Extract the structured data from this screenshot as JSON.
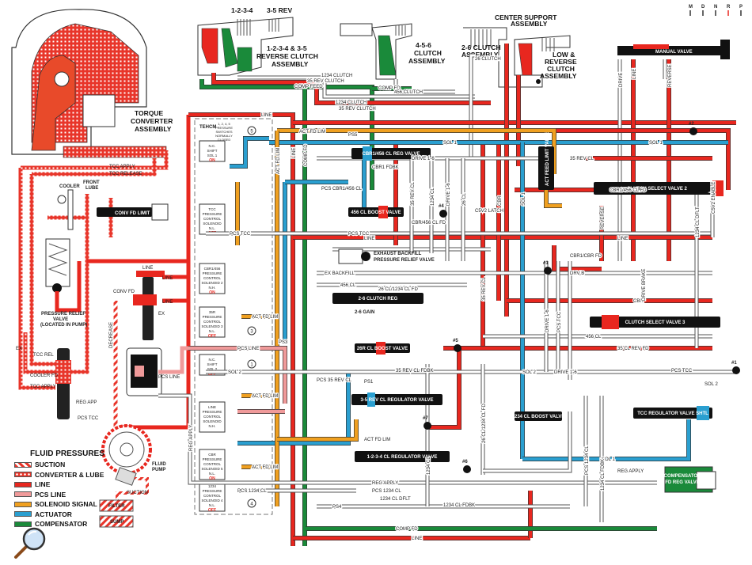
{
  "diagram": {
    "title": "Hydraulic circuit diagram",
    "colors": {
      "suction": "#e8352a",
      "converter_lube": "#e8352a",
      "line": "#e8271f",
      "pcs_line": "#f09a9a",
      "solenoid_signal": "#f0a020",
      "actuator": "#2a9fd0",
      "compensator": "#1a8a3a",
      "exhaust": "#ffffff",
      "valve": "#111111"
    },
    "assemblies": {
      "torque_converter": [
        "TORQUE",
        "CONVERTER",
        "ASSEMBLY"
      ],
      "clutch_1234_35rev_top": [
        "1-2-3-4",
        "3-5 REV"
      ],
      "clutch_1234_35rev": [
        "1-2-3-4 & 3-5",
        "REVERSE CLUTCH",
        "ASSEMBLY"
      ],
      "clutch_456": [
        "4-5-6",
        "CLUTCH",
        "ASSEMBLY"
      ],
      "center_support": [
        "CENTER SUPPORT",
        "ASSEMBLY"
      ],
      "clutch_26": [
        "2-6 CLUTCH",
        "ASSEMBLY"
      ],
      "low_reverse": [
        "LOW &",
        "REVERSE",
        "CLUTCH",
        "ASSEMBLY"
      ]
    },
    "shift_positions": [
      "M",
      "D",
      "N",
      "R",
      "P"
    ],
    "selected_position": "R",
    "valves": {
      "manual": "MANUAL VALVE",
      "cbr1_456": "CBR1/456 CL REG VALVE",
      "boost_456": "456 CL BOOST VALVE",
      "act_feed_limit": "ACT FEED LIMIT VALVE",
      "clutch_select_2": "CLUTCH SELECT VALVE 2",
      "clutch_select_3": "CLUTCH SELECT VALVE 3",
      "exhaust_backfill": [
        "EXHAUST BACKFILL",
        "PRESSURE RELIEF VALVE"
      ],
      "clutch_26_reg": "2-6 CLUTCH REG",
      "gain_26": "2-6 GAIN",
      "boost_26r": "26R CL BOOST VALVE",
      "reg_35rev": "3-5 REV CL REGULATOR VALVE",
      "reg_1234": "1-2-3-4 CL REGULATOR VALVE",
      "shtl_1234": "SHTL",
      "boost_1234": "1234 CL BOOST VALVE",
      "tcc_reg": "TCC REGULATOR VALVE SHTL",
      "compensator": [
        "COMPENSATOR",
        "FD REG VALVE"
      ],
      "conv_fd_limit": "CONV FD LIMIT",
      "pressure_relief": [
        "PRESSURE RELIEF",
        "VALVE",
        "(LOCATED IN PUMP)"
      ],
      "fluid_pump": [
        "FLUID",
        "PUMP"
      ],
      "filter": "FILTER",
      "sump": "SUMP",
      "suction": "SUCTION",
      "cooler": "COOLER",
      "front_lube": [
        "FRONT",
        "LUBE"
      ]
    },
    "checkballs": [
      "#1",
      "#2",
      "#4",
      "#5",
      "#6",
      "#7",
      "#1"
    ],
    "tehcm": {
      "label": "TEHCM",
      "switch_note": [
        "1, 2, 4, 5",
        "PRESSURE",
        "SWITCHES",
        "NORMALLY",
        "CLOSED"
      ],
      "solenoids": [
        {
          "name": [
            "N.C.",
            "SHIFT",
            "SOL 1"
          ],
          "state": "ON"
        },
        {
          "name": [
            "TCC",
            "PRESSURE",
            "CONTROL",
            "SOLENOID",
            "N.L."
          ],
          "state": "OFF"
        },
        {
          "name": [
            "CBR1/456",
            "PRESSURE",
            "CONTROL",
            "SOLENOID 2",
            "N.H."
          ],
          "state": "ON"
        },
        {
          "name": [
            "35R",
            "PRESSURE",
            "CONTROL",
            "SOLENOID 3",
            "N.L."
          ],
          "state": "OFF"
        },
        {
          "name": [
            "N.C.",
            "SHIFT",
            "SOL 2"
          ],
          "state": "OFF"
        },
        {
          "name": [
            "LINE",
            "PRESSURE",
            "CONTROL",
            "SOLENOID",
            "N.H."
          ],
          "state": ""
        },
        {
          "name": [
            "CBR",
            "PRESSURE",
            "CONTROL",
            "SOLENOID 5",
            "N.L."
          ],
          "state": "ON"
        },
        {
          "name": [
            "1234",
            "PRESSURE",
            "CONTROL",
            "SOLENOID 4",
            "N.L."
          ],
          "state": "OFF"
        }
      ],
      "switches": [
        "5",
        "3",
        "1",
        "4"
      ],
      "nc": "N.C."
    },
    "passages": {
      "tcc_apply": "TCC APPLY",
      "tcc_release": "TCC RELEASE",
      "tcc_rel": "TCC REL",
      "cooler_fd": "COOLER FD",
      "conv_fd_limit": "CONV FD LIMIT",
      "conv_fd": "CONV FD",
      "line": "LINE",
      "pcs_line": "PCS LINE",
      "pcs_tcc": "PCS TCC",
      "reg_app": "REG APP",
      "reg_apply": "REG APPLY",
      "decrease": "DECREASE",
      "sol1": "SOL 1",
      "sol2": "SOL 2",
      "ps5": "PS5",
      "ps3": "PS3",
      "ps1": "PS1",
      "ps4": "PS4",
      "act_fd_lim": "ACT FD LIM",
      "clutch_1234": "1234 CLUTCH",
      "rev_clutch_35": "35 REV CLUTCH",
      "comp_feed": "COMP FEED",
      "comp_fd": "COMP FD",
      "clutch_456": "456 CLUTCH",
      "clutch_26": "26 CLUTCH",
      "drive_16": "DRIVE 1-6",
      "cbr1_456_cl": "CBR1/456 CL",
      "cbr1_fdbk": "CBR1 FDBK",
      "cbr_456_cl_fd": "CBR/456 CL FD",
      "c5v2_latch": "C5V2 LATCH",
      "rev_cl_35": "35 REV CL",
      "reverse": "REVERSE",
      "drive": "DRIVE",
      "ex": "EX",
      "cbr1_456_cl_fd": "CBR1/456 CL FD",
      "cbr1_cbr_fd": "CBR1/CBR FD",
      "drv_b": "DRV B",
      "cl_1234_dflt": "1234 CL DFLT",
      "cl_456": "456 CL",
      "cbr": "CBR",
      "cl_rev_fd_35": "35 CL REV FD",
      "ex_backfill": "EX BACKFILL",
      "cl_26_1234_fd": "26 CL/1234 CL FD",
      "cl_26": "26 CL",
      "rev_cl_fdbk_35": "35 REV CL FDBK",
      "pcs_35_rev_cl": "PCS 35 REV CL",
      "pcs_cbr1_456_cl": "PCS CBR1/456 CL",
      "cl_1234": "1234 CL",
      "pcs_1234_cl": "PCS 1234 CL",
      "cl_1234_fdbk": "1234 CL FDBK",
      "c5v2_enable": "C5V2 ENABLE",
      "drive_brake": "DRIVE BRAKE"
    }
  },
  "legend": {
    "title": "FLUID PRESSURES",
    "items": [
      {
        "label": "SUCTION",
        "pattern": "stripe",
        "color": "#e8352a"
      },
      {
        "label": "CONVERTER & LUBE",
        "pattern": "dots",
        "color": "#e8352a"
      },
      {
        "label": "LINE",
        "pattern": "solid",
        "color": "#e8271f"
      },
      {
        "label": "PCS LINE",
        "pattern": "solid",
        "color": "#f09a9a"
      },
      {
        "label": "SOLENOID SIGNAL",
        "pattern": "solid",
        "color": "#f0a020"
      },
      {
        "label": "ACTUATOR",
        "pattern": "solid",
        "color": "#2a9fd0"
      },
      {
        "label": "COMPENSATOR",
        "pattern": "solid",
        "color": "#1a8a3a"
      }
    ]
  },
  "toolbar": {
    "magnifier_icon": "magnifier"
  }
}
